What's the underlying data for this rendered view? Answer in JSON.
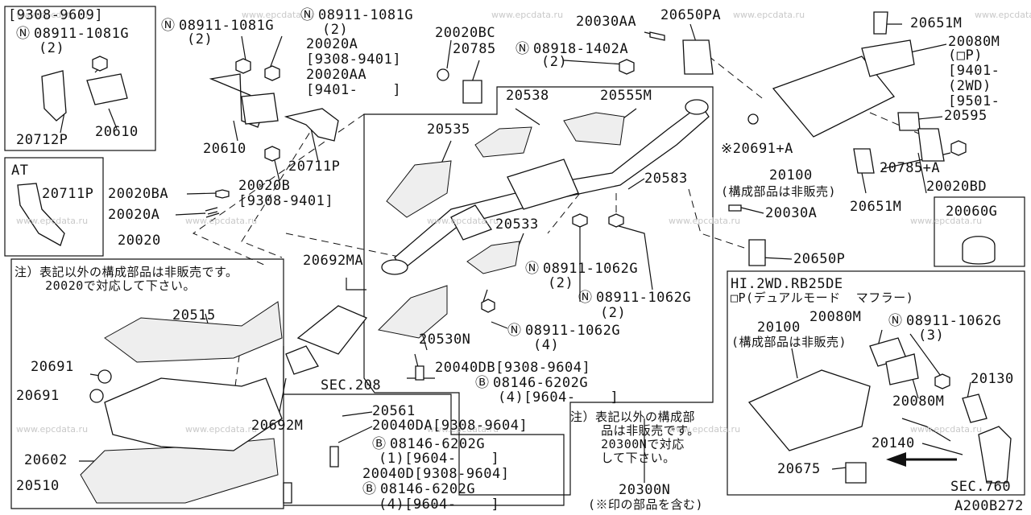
{
  "watermark": "www.epcdata.ru",
  "diagram_id": "A200B272",
  "parts": {
    "p_9308_9609": "[9308-9609]",
    "p_n08911_1081g_a": "08911-1081G",
    "p_qty2_a": "(2)",
    "p_20712p": "20712P",
    "p_20610_a": "20610",
    "p_at": "AT",
    "p_20711p_a": "20711P",
    "p_n08911_1081g_b": "08911-1081G",
    "p_qty2_b": "(2)",
    "p_n08911_1081g_c": "08911-1081G",
    "p_qty2_c": "(2)",
    "p_20020a_group": "20020A\n[9308-9401]\n20020AA\n[9401-    ]",
    "p_20610_b": "20610",
    "p_20711p_b": "20711P",
    "p_20020b": "20020B\n[9308-9401]",
    "p_20020ba": "20020BA",
    "p_20020a": "20020A",
    "p_20020": "20020",
    "p_note_left": "注）表記以外の構成部品は非販売です。\n    20020で対応して下さい。",
    "p_20020bc": "20020BC",
    "p_20785": "20785",
    "p_n08918_1402a": "08918-1402A",
    "p_qty2_d": "(2)",
    "p_20030aa": "20030AA",
    "p_20650pa": "20650PA",
    "p_20538": "20538",
    "p_20555m": "20555M",
    "p_20535": "20535",
    "p_20583": "20583",
    "p_20533": "20533",
    "p_20692ma": "20692MA",
    "p_n08911_1062g_a": "08911-1062G",
    "p_qty2_e": "(2)",
    "p_n08911_1062g_b": "08911-1062G",
    "p_qty2_f": "(2)",
    "p_n08911_1062g_c": "08911-1062G",
    "p_qty4_a": "(4)",
    "p_20530n": "20530N",
    "p_20040db": "20040DB[9308-9604]",
    "p_b08146_6202g_a": "08146-6202G",
    "p_qty4_9604_a": "(4)[9604-    ]",
    "p_sec208": "SEC.208",
    "p_20515": "20515",
    "p_20691_a": "20691",
    "p_20691_b": "20691",
    "p_20692m": "20692M",
    "p_20561": "20561",
    "p_20040da": "20040DA[9308-9604]",
    "p_b08146_6202g_b": "08146-6202G",
    "p_qty1_9604": "(1)[9604-    ]",
    "p_20040d": "20040D[9308-9604]",
    "p_b08146_6202g_c": "08146-6202G",
    "p_qty4_9604_b": "(4)[9604-    ]",
    "p_20602": "20602",
    "p_20510": "20510",
    "p_note_mid": "注）表記以外の構成部\n    品は非販売です。\n    20300Nで対応\n    して下さい。",
    "p_20300n": "20300N",
    "p_20300n_sub": "(※印の部品を含む)",
    "p_20651m_a": "20651M",
    "p_20080m_a": "20080M",
    "p_20080m_a_detail": "(□P)\n[9401-    ]\n(2WD)\n[9501-    ]",
    "p_20595": "20595",
    "p_20691a": "※20691+A",
    "p_20100_a": "20100",
    "p_20100_a_note": "(構成部品は非販売)",
    "p_20785a": "20785+A",
    "p_20020bd": "20020BD",
    "p_20651m_b": "20651M",
    "p_20030a": "20030A",
    "p_20060g": "20060G",
    "p_20650p": "20650P",
    "p_hi_title": "HI.2WD.RB25DE",
    "p_hi_sub": "□P(デュアルモード  マフラー)",
    "p_20100_b": "20100",
    "p_20100_b_note": "(構成部品は非販売)",
    "p_20080m_b": "20080M",
    "p_n08911_1062g_d": "08911-1062G",
    "p_qty3": "(3)",
    "p_20130": "20130",
    "p_20080m_c": "20080M",
    "p_20140": "20140",
    "p_20675": "20675",
    "p_sec760": "SEC.760"
  }
}
